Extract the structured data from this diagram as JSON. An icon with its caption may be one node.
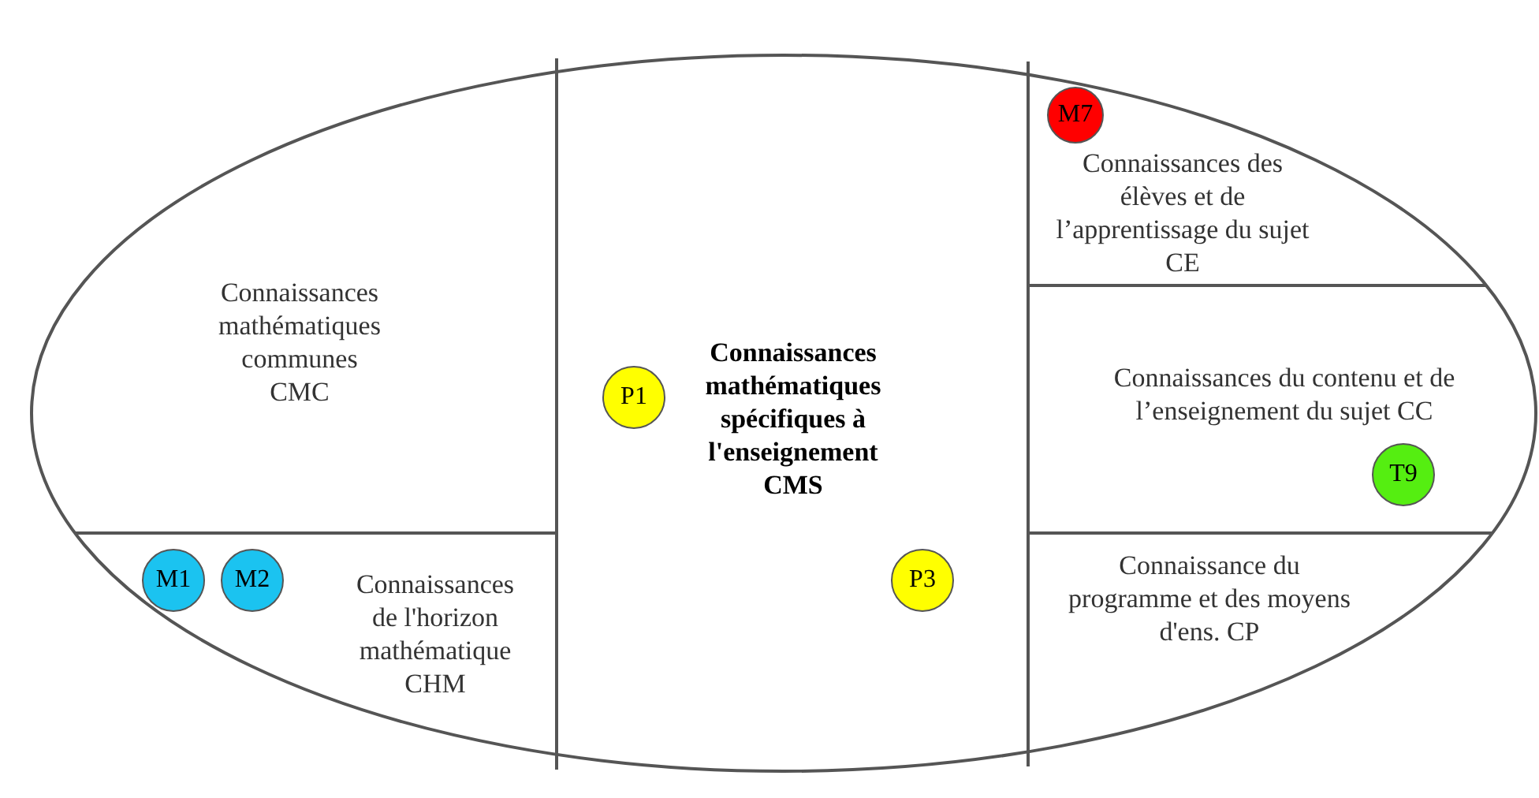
{
  "diagram": {
    "nodes": [
      {
        "text": [],
        "shape": "ellipse"
      },
      {
        "text": [
          "Connaissances mathématiques communes CMC"
        ],
        "in": 0
      },
      {
        "text": [
          "Connaissances de l'horizon mathématique CHM"
        ],
        "in": 0
      },
      {
        "text": [
          "Connaissances mathématiques spécifiques à l'enseignement CMS"
        ],
        "in": 0
      },
      {
        "text": [
          "Connaissances des élèves et de l’apprentissage du sujet CE"
        ],
        "in": 0
      },
      {
        "text": [
          "Connaissances du contenu et de l’enseignement du sujet CC"
        ],
        "in": 0
      },
      {
        "text": [
          "Connaissance du programme et des moyens d'ens. CP"
        ],
        "in": 0
      },
      {
        "text": [
          "M1"
        ],
        "in": 2
      },
      {
        "text": [
          "M2"
        ],
        "in": 2
      },
      {
        "text": [
          "P1"
        ],
        "in": 3
      },
      {
        "text": [
          "P3"
        ],
        "in": 3
      },
      {
        "text": [
          "M7"
        ],
        "in": 4
      },
      {
        "text": [
          "T9"
        ],
        "in": 5
      }
    ],
    "edges": []
  }
}
